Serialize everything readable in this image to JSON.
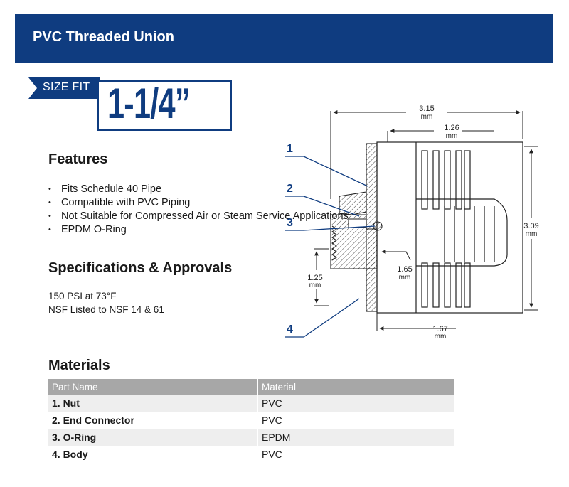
{
  "header": {
    "title": "PVC Threaded Union"
  },
  "size": {
    "label": "SIZE FIT",
    "value": "1-1/4”"
  },
  "features": {
    "heading": "Features",
    "items": [
      "Fits Schedule 40 Pipe",
      "Compatible with PVC Piping",
      "Not Suitable for Compressed Air or Steam Service Applications",
      "EPDM O-Ring"
    ]
  },
  "specs": {
    "heading": "Specifications & Approvals",
    "lines": [
      "150 PSI at 73°F",
      "NSF Listed to NSF 14 & 61"
    ]
  },
  "materials": {
    "heading": "Materials",
    "columns": [
      "Part Name",
      "Material"
    ],
    "rows": [
      {
        "part": "1. Nut",
        "material": "PVC"
      },
      {
        "part": "2. End Connector",
        "material": "PVC"
      },
      {
        "part": "3. O-Ring",
        "material": "EPDM"
      },
      {
        "part": "4. Body",
        "material": "PVC"
      }
    ]
  },
  "diagram": {
    "callouts": [
      "1",
      "2",
      "3",
      "4"
    ],
    "dimensions": {
      "overall_length": "3.15",
      "connector_depth": "1.26",
      "overall_height": "3.09",
      "bore_height": "1.25",
      "inner_gap": "1.65",
      "body_length": "1.67",
      "unit": "mm"
    }
  },
  "colors": {
    "brand": "#0f3c80",
    "table_header": "#a7a7a7",
    "table_alt_row": "#eeeeee"
  }
}
